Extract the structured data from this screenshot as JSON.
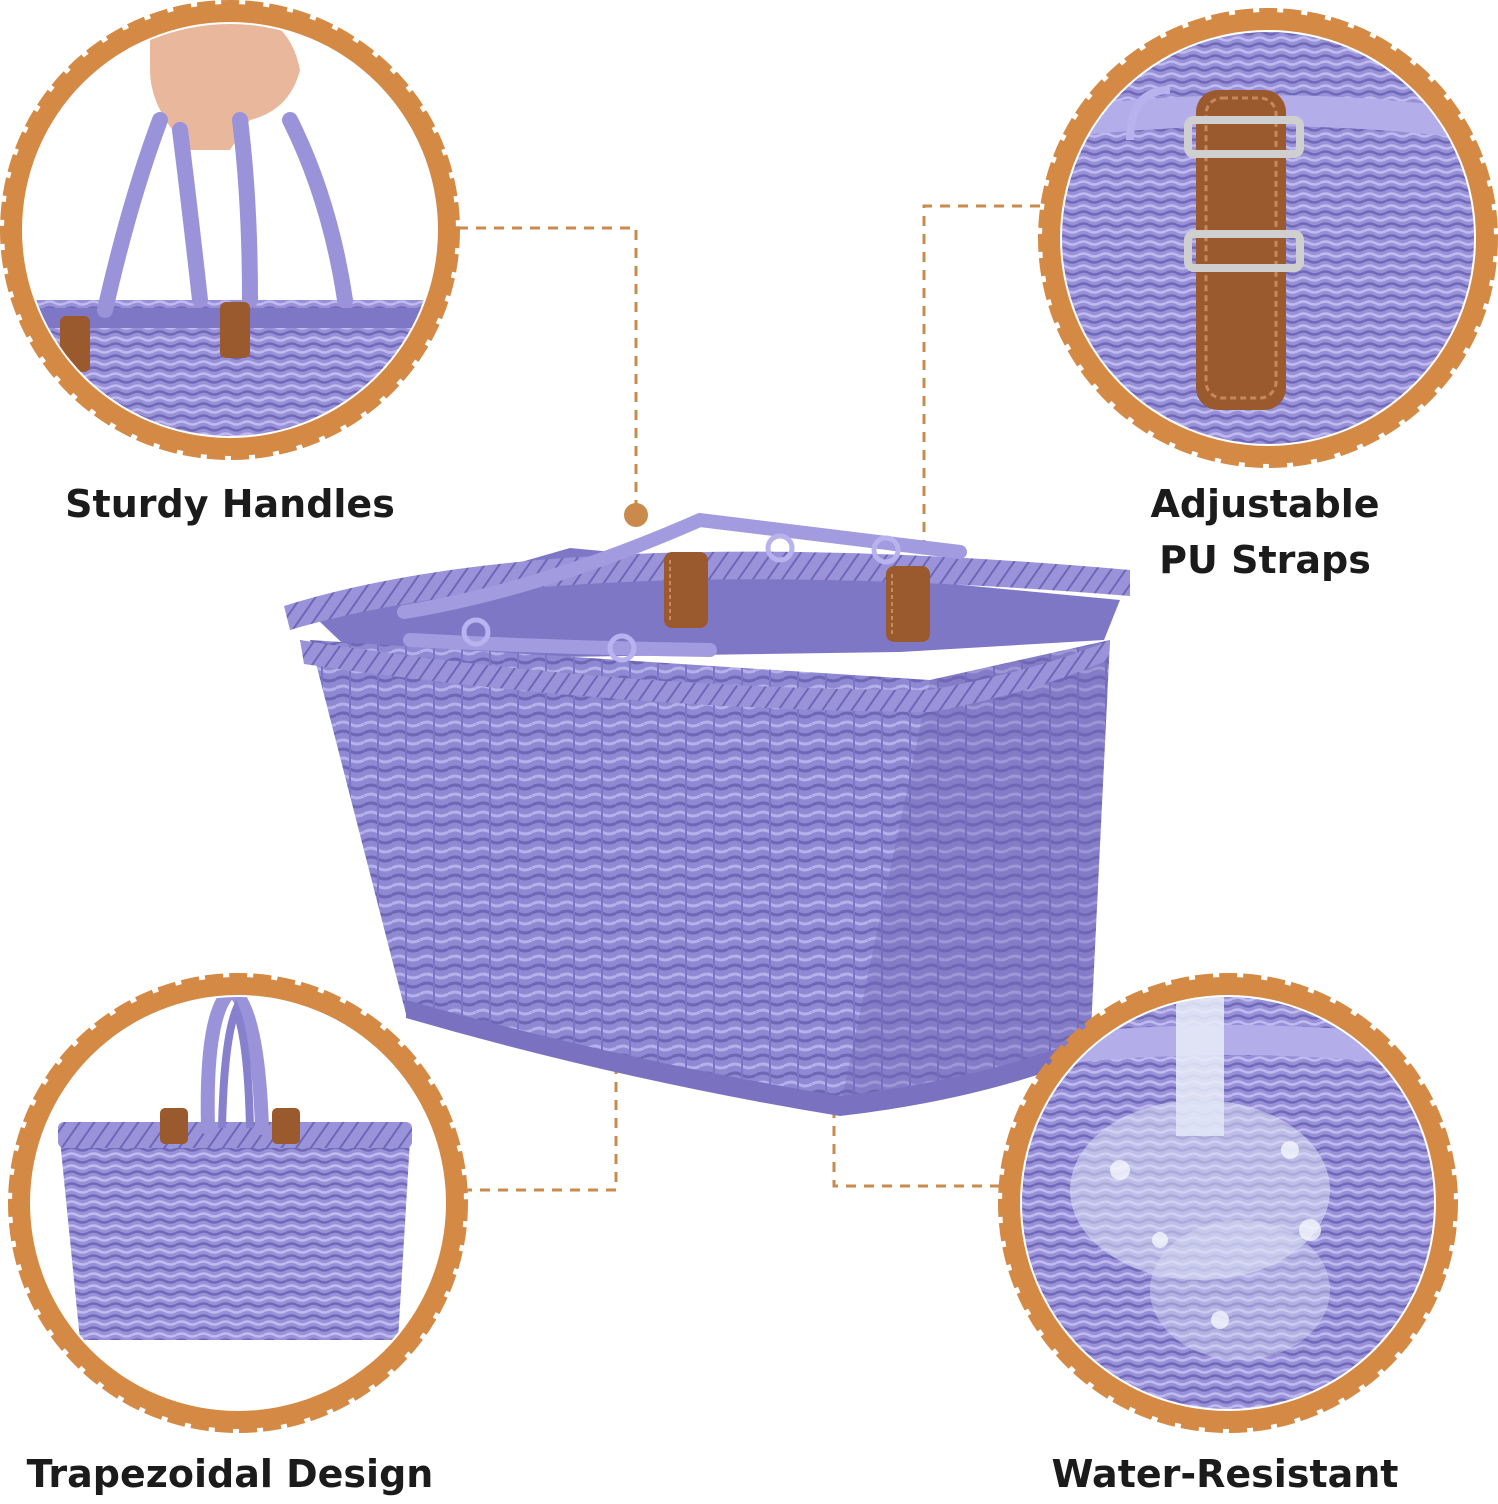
{
  "colors": {
    "accent_orange": "#C98A4C",
    "frame_ring": "#D48A45",
    "basket_purple": "#8F88D2",
    "basket_shadow": "#6F67B5",
    "basket_highlight": "#B5AFEA",
    "strap_brown": "#9A5A2E",
    "text": "#1B1B1B"
  },
  "features": [
    {
      "id": "handles",
      "lines": [
        "Sturdy Handles"
      ],
      "icon": "rope-handle-icon"
    },
    {
      "id": "straps",
      "lines": [
        "Adjustable",
        "PU Straps"
      ],
      "icon": "leather-buckle-icon"
    },
    {
      "id": "design",
      "lines": [
        "Trapezoidal Design"
      ],
      "icon": "basket-side-icon"
    },
    {
      "id": "water",
      "lines": [
        "Water-Resistant"
      ],
      "icon": "water-stream-icon"
    }
  ]
}
